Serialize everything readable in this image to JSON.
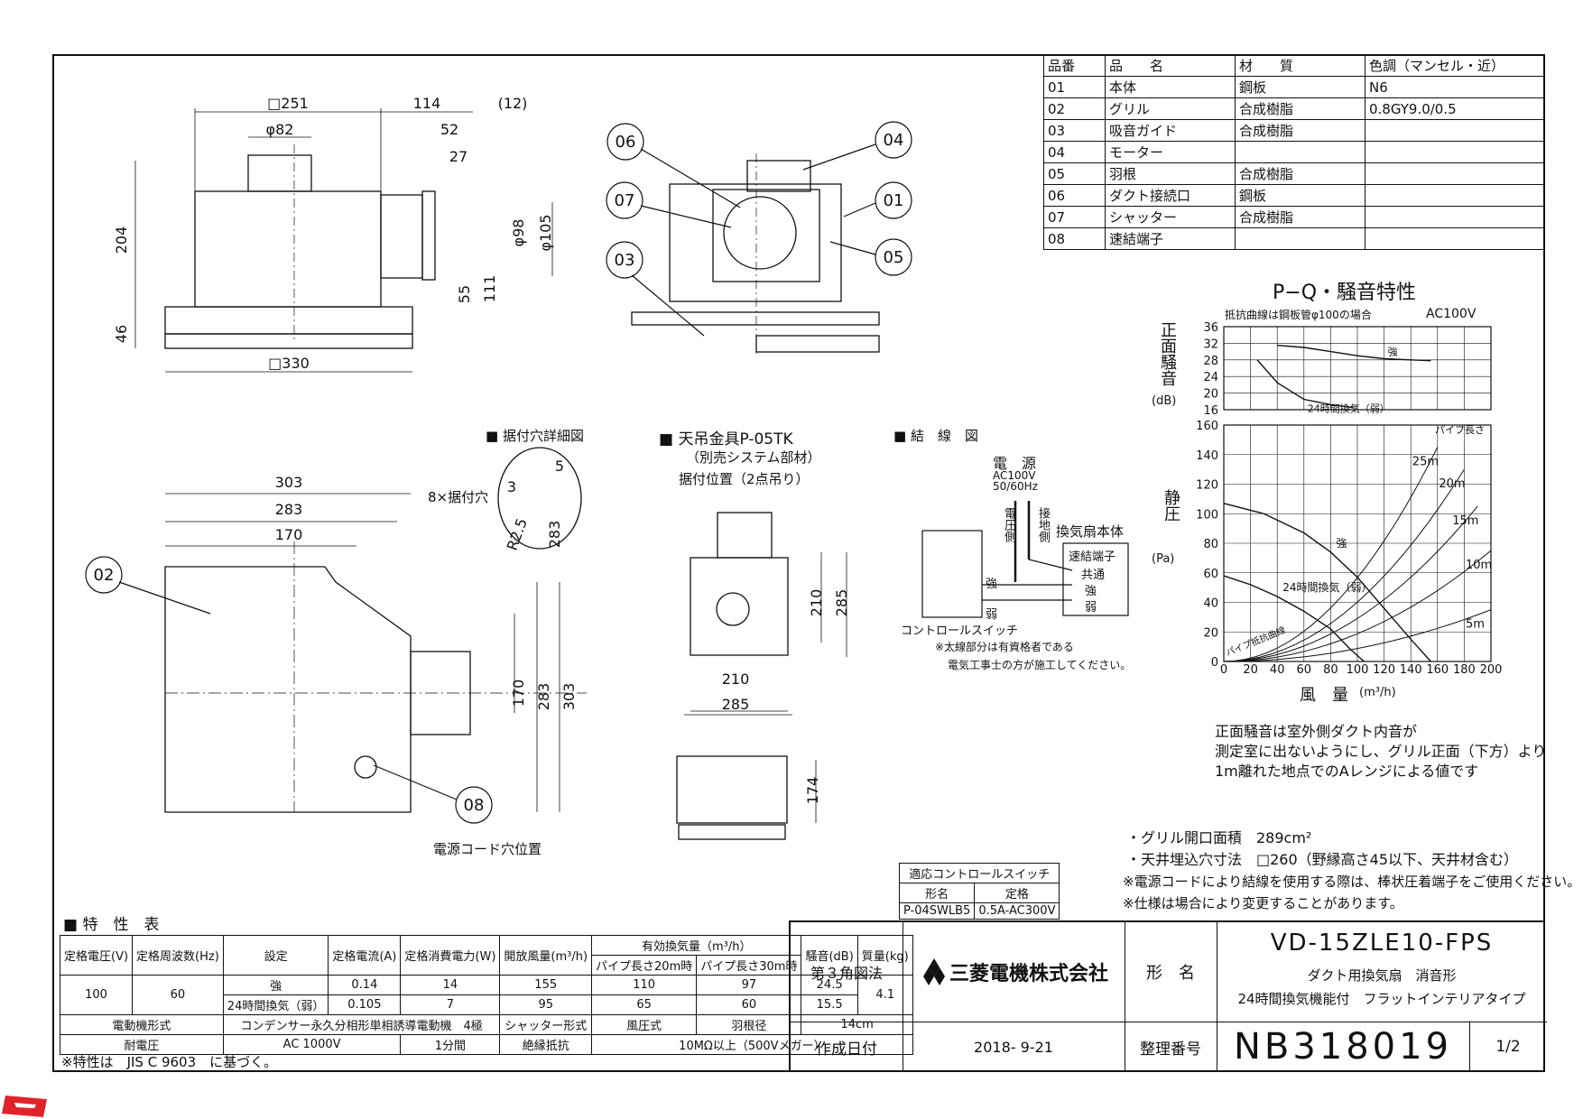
{
  "parts_table": {
    "headers": [
      "品番",
      "品　　名",
      "材　　質",
      "色調（マンセル・近）"
    ],
    "rows": [
      [
        "01",
        "本体",
        "鋼板",
        "N6"
      ],
      [
        "02",
        "グリル",
        "合成樹脂",
        "0.8GY9.0/0.5"
      ],
      [
        "03",
        "吸音ガイド",
        "合成樹脂",
        ""
      ],
      [
        "04",
        "モーター",
        "",
        ""
      ],
      [
        "05",
        "羽根",
        "合成樹脂",
        ""
      ],
      [
        "06",
        "ダクト接続口",
        "鋼板",
        ""
      ],
      [
        "07",
        "シャッター",
        "合成樹脂",
        ""
      ],
      [
        "08",
        "速結端子",
        "",
        ""
      ]
    ]
  },
  "dimensions": {
    "front_top": [
      "□251",
      "114",
      "(12)",
      "φ82",
      "52",
      "27"
    ],
    "front_side": [
      "204",
      "46",
      "55",
      "111",
      "φ98",
      "φ105"
    ],
    "front_bottom": "□330",
    "plan": [
      "303",
      "283",
      "170",
      "170",
      "283",
      "303"
    ],
    "hanger": [
      "210",
      "285",
      "210",
      "285",
      "174"
    ],
    "hole_detail": [
      "5",
      "3",
      "R2.5",
      "283"
    ]
  },
  "part_callouts": [
    "01",
    "02",
    "03",
    "04",
    "05",
    "06",
    "07",
    "08"
  ],
  "labels": {
    "mount_hole_detail": "据付穴詳細図",
    "mount_holes": "8×据付穴",
    "hanger_title": "天吊金具P-05TK",
    "hanger_sub": "（別売システム部材）",
    "hanger_pos": "据付位置（2点吊り）",
    "wiring_title": "結　線　図",
    "power": "電　源",
    "ac": "AC100V",
    "hz": "50/60Hz",
    "voltage_side": "電圧側",
    "ground_side": "接地側",
    "fan_body": "換気扇本体",
    "terminal": "速結端子",
    "common": "共通",
    "strong": "強",
    "weak": "弱",
    "control_switch": "コントロールスイッチ",
    "wiring_note1": "※太線部分は有資格者である",
    "wiring_note2": "電気工事士の方が施工してください。",
    "cord_hole": "電源コード穴位置"
  },
  "chart_data": {
    "type": "line",
    "title": "P−Q・騒音特性",
    "noise_panel": {
      "note": "抵抗曲線は鋼板管φ100の場合",
      "supply": "AC100V",
      "ylabel": "正面騒音",
      "yunit": "(dB)",
      "yticks": [
        36,
        32,
        28,
        24,
        20,
        16
      ],
      "ylim": [
        16,
        36
      ],
      "series": [
        {
          "name": "強",
          "x": [
            40,
            60,
            80,
            100,
            120,
            140,
            155
          ],
          "y": [
            31.5,
            31,
            30,
            29,
            28.3,
            28,
            27.8
          ]
        },
        {
          "name": "24時間換気（弱）",
          "x": [
            25,
            40,
            60,
            80,
            97
          ],
          "y": [
            28,
            22.5,
            18.5,
            17.2,
            16.5
          ]
        }
      ]
    },
    "pq_panel": {
      "ylabel": "静圧",
      "yunit": "(Pa)",
      "xlabel": "風　量",
      "xunit": "(m³/h)",
      "xticks": [
        0,
        20,
        40,
        60,
        80,
        100,
        120,
        140,
        160,
        180,
        200
      ],
      "yticks": [
        160,
        140,
        120,
        100,
        80,
        60,
        40,
        20,
        0
      ],
      "xlim": [
        0,
        200
      ],
      "ylim": [
        0,
        160
      ],
      "series": [
        {
          "name": "強",
          "x": [
            0,
            30,
            60,
            80,
            100,
            120,
            140,
            155
          ],
          "y": [
            107,
            100,
            87,
            74,
            57,
            36,
            15,
            0
          ]
        },
        {
          "name": "24時間換気（弱）",
          "x": [
            0,
            20,
            40,
            60,
            80,
            95,
            105
          ],
          "y": [
            58,
            52,
            44,
            34,
            22,
            8,
            0
          ]
        }
      ],
      "resistance_curves": [
        "25m",
        "20m",
        "15m",
        "10m",
        "5m"
      ],
      "pipe_length_label": "パイプ長さ",
      "pipe_resistance_label": "パイプ抵抗曲線"
    }
  },
  "chart_note": [
    "正面騒音は室外側ダクト内音が",
    "測定室に出ないようにし、グリル正面（下方）より",
    "1m離れた地点でのAレンジによる値です"
  ],
  "notes": [
    "・グリル開口面積　289cm²",
    "・天井埋込穴寸法　□260（野縁高さ45以下、天井材含む）",
    "※電源コードにより結線を使用する際は、棒状圧着端子をご使用ください。",
    "※仕様は場合により変更することがあります。"
  ],
  "switch_table": {
    "title": "適応コントロールスイッチ",
    "headers": [
      "形名",
      "定格"
    ],
    "row": [
      "P-04SWLB5",
      "0.5A-AC300V"
    ]
  },
  "spec": {
    "title": "特　性　表",
    "h_voltage": "定格電圧(V)",
    "h_freq": "定格周波数(Hz)",
    "h_setting": "設定",
    "h_current": "定格電流(A)",
    "h_power": "定格消費電力(W)",
    "h_open_air": "開放風量(m³/h)",
    "h_effective": "有効換気量（m³/h）",
    "h_pipe20": "パイプ長さ20m時",
    "h_pipe30": "パイプ長さ30m時",
    "h_noise": "騒音(dB)",
    "h_mass": "質量(kg)",
    "voltage": "100",
    "freq": "60",
    "rows": [
      {
        "setting": "強",
        "current": "0.14",
        "power": "14",
        "open_air": "155",
        "pipe20": "110",
        "pipe30": "97",
        "noise": "24.5"
      },
      {
        "setting": "24時間換気（弱）",
        "current": "0.105",
        "power": "7",
        "open_air": "95",
        "pipe20": "65",
        "pipe30": "60",
        "noise": "15.5"
      }
    ],
    "mass": "4.1",
    "motor_label": "電動機形式",
    "motor_value": "コンデンサー永久分相形単相誘導電動機　4極",
    "shutter_label": "シャッター形式",
    "shutter_value": "風圧式",
    "blade_label": "羽根径",
    "blade_value": "14cm",
    "withstand_label": "耐電圧",
    "withstand_value": "AC 1000V",
    "withstand_time": "1分間",
    "insulation_label": "絶縁抵抗",
    "insulation_value": "10MΩ以上（500Vメガー）",
    "footnote": "※特性は　JIS C 9603　に基づく。"
  },
  "title_block": {
    "projection": "第３角図法",
    "company": "三菱電機株式会社",
    "model_label": "形　名",
    "model": "VD-15ZLE10-FPS",
    "desc1": "ダクト用換気扇　消音形",
    "desc2": "24時間換気機能付　フラットインテリアタイプ",
    "date_label": "作成日付",
    "date": "2018- 9-21",
    "number_label": "整理番号",
    "number": "NB318019",
    "sheet": "1/2"
  },
  "colors": {
    "line": "#111111",
    "corner_logo": "#e0232b"
  }
}
